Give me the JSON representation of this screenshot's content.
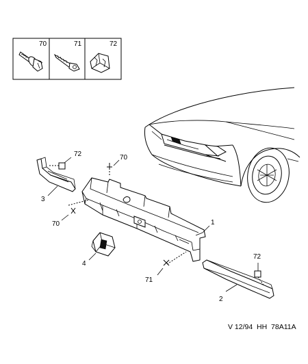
{
  "diagram": {
    "reference": "V 12/94  HH  78A11A",
    "fastener_box": {
      "items": [
        {
          "number": "70",
          "icon": "bolt-with-washer-icon"
        },
        {
          "number": "71",
          "icon": "self-tapping-screw-icon"
        },
        {
          "number": "72",
          "icon": "spring-clip-icon"
        }
      ]
    },
    "callouts": {
      "part_1": "1",
      "part_2": "2",
      "part_3": "3",
      "part_4": "4",
      "fastener_70_top": "70",
      "fastener_70_left": "70",
      "fastener_71_bottom": "71",
      "clip_72_left": "72",
      "clip_72_right": "72"
    }
  }
}
